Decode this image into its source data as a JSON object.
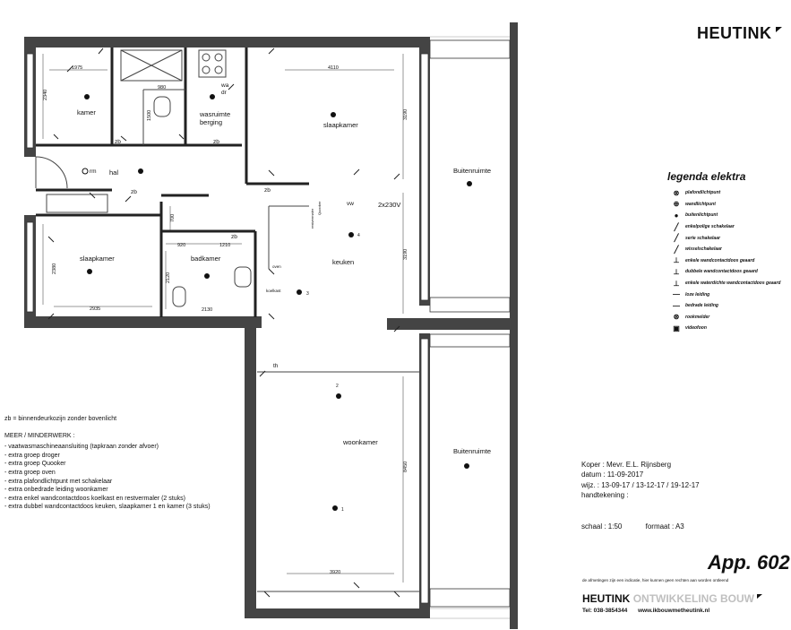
{
  "brand": {
    "name": "HEUTINK",
    "developer": "ONTWIKKELING BOUW"
  },
  "rooms": {
    "kamer": "kamer",
    "hal": "hal",
    "wasruimte": "wasruimte",
    "berging": "berging",
    "slaapkamer_1": "slaapkamer",
    "slaapkamer_2": "slaapkamer",
    "badkamer": "badkamer",
    "keuken": "keuken",
    "woonkamer": "woonkamer",
    "buitenruimte_1": "Buitenruimte",
    "buitenruimte_2": "Buitenruimte"
  },
  "dimensions": {
    "d1975": "1975",
    "d2340": "2340",
    "d980": "980",
    "d1500": "1500",
    "d4110": "4110",
    "d3190a": "3190",
    "d3190b": "3190",
    "d700": "700",
    "d920": "920",
    "d1210": "1210",
    "d2380": "2380",
    "d2935": "2935",
    "d2120": "2120",
    "d2130": "2130",
    "d8450": "8450",
    "d3920": "3920"
  },
  "labels": {
    "zb": "zb",
    "wa": "wa",
    "dr": "dr",
    "vw": "vw",
    "power": "2x230V",
    "restvermaler": "restvermaler",
    "quooker": "Quooker",
    "oven": "oven",
    "koelkast": "koelkast",
    "th": "th",
    "rm": "rm",
    "num2": "2",
    "num3": "3",
    "num4": "4",
    "num1": "1"
  },
  "legend": {
    "title": "legenda elektra",
    "items": [
      {
        "symbol": "⊗",
        "text": "plafondlichtpunt"
      },
      {
        "symbol": "⊕",
        "text": "wandlichtpunt"
      },
      {
        "symbol": "●",
        "text": "buitenlichtpunt"
      },
      {
        "symbol": "╱",
        "text": "enkelpolige schakelaar"
      },
      {
        "symbol": "╱",
        "text": "serie schakelaar"
      },
      {
        "symbol": "╱",
        "text": "wisselschakelaar"
      },
      {
        "symbol": "⊥",
        "text": "enkele wandcontactdoos geaard"
      },
      {
        "symbol": "⊥",
        "text": "dubbele wandcontactdoos geaard"
      },
      {
        "symbol": "⊥",
        "text": "enkele waterdichte wandcontactdoos geaard"
      },
      {
        "symbol": "—",
        "text": "loze leiding"
      },
      {
        "symbol": "—",
        "text": "bedrade leiding"
      },
      {
        "symbol": "⊛",
        "text": "rookmelder"
      },
      {
        "symbol": "▣",
        "text": "videofoon"
      }
    ]
  },
  "notes": {
    "zb_note": "zb = binnendeurkozijn zonder bovenlicht",
    "meerwerk_title": "MEER / MINDERWERK :",
    "items": [
      "- vaatwasmaschineaansluiting (tapkraan zonder afvoer)",
      "- extra groep droger",
      "- extra groep Quooker",
      "- extra groep oven",
      "- extra plafondlichtpunt met schakelaar",
      "- extra onbedrade leiding woonkamer",
      "- extra enkel wandcontactdoos koelkast en restvermaler (2 stuks)",
      "- extra dubbel wandcontactdoos keuken, slaapkamer 1 en kamer (3 stuks)"
    ]
  },
  "info": {
    "koper": "Koper : Mevr. E.L. Rijnsberg",
    "datum": "datum : 11-09-2017",
    "wijz": "wijz.  : 13-09-17 / 13-12-17 / 19-12-17",
    "handtekening": "handtekening :"
  },
  "scale": {
    "schaal": "schaal : 1:50",
    "formaat": "formaat : A3"
  },
  "app": "App. 602",
  "disclaimer": "de afmetingen zijn een indicatie, hier kunnen geen rechten aan worden ontleend",
  "contact": {
    "tel": "Tel: 038-3854344",
    "web": "www.ikbouwmetheutink.nl"
  }
}
